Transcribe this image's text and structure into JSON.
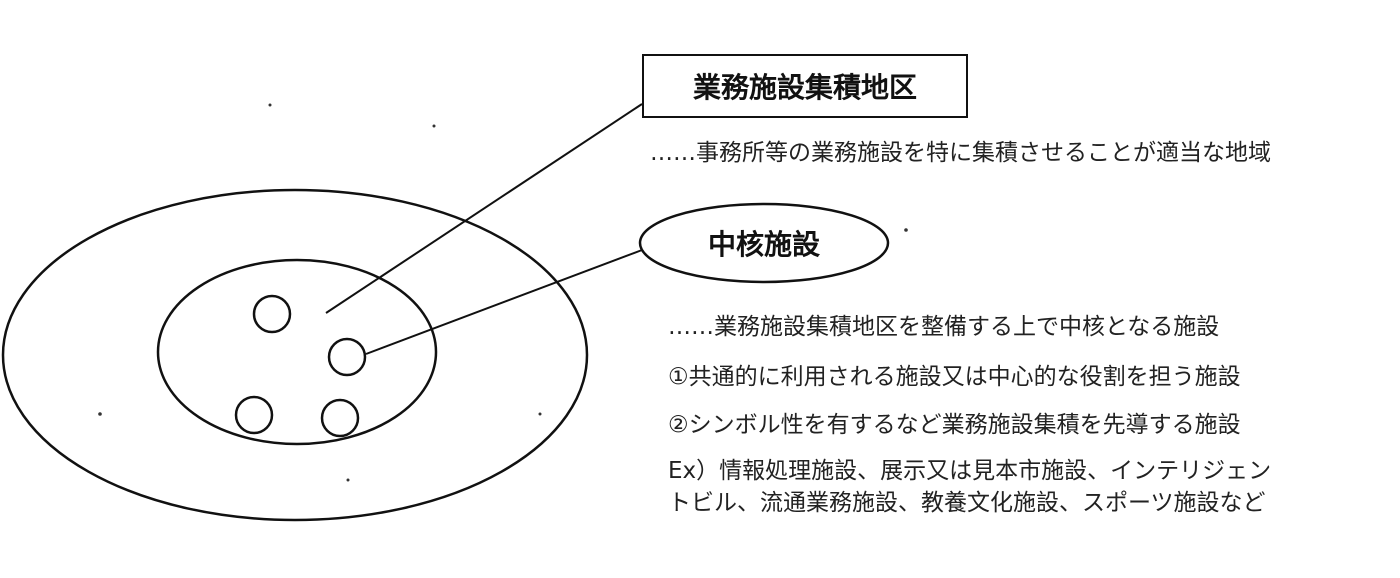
{
  "labels": {
    "district_title": "業務施設集積地区",
    "core_title": "中核施設"
  },
  "descriptions": {
    "district": "……事務所等の業務施設を特に集積させることが適当な地域",
    "core": "……業務施設集積地区を整備する上で中核となる施設",
    "item1": "①共通的に利用される施設又は中心的な役割を担う施設",
    "item2": "②シンボル性を有するなど業務施設集積を先導する施設",
    "example_line1": "Ex）情報処理施設、展示又は見本市施設、インテリジェン",
    "example_line2": "トビル、流通業務施設、教養文化施設、スポーツ施設など"
  }
}
